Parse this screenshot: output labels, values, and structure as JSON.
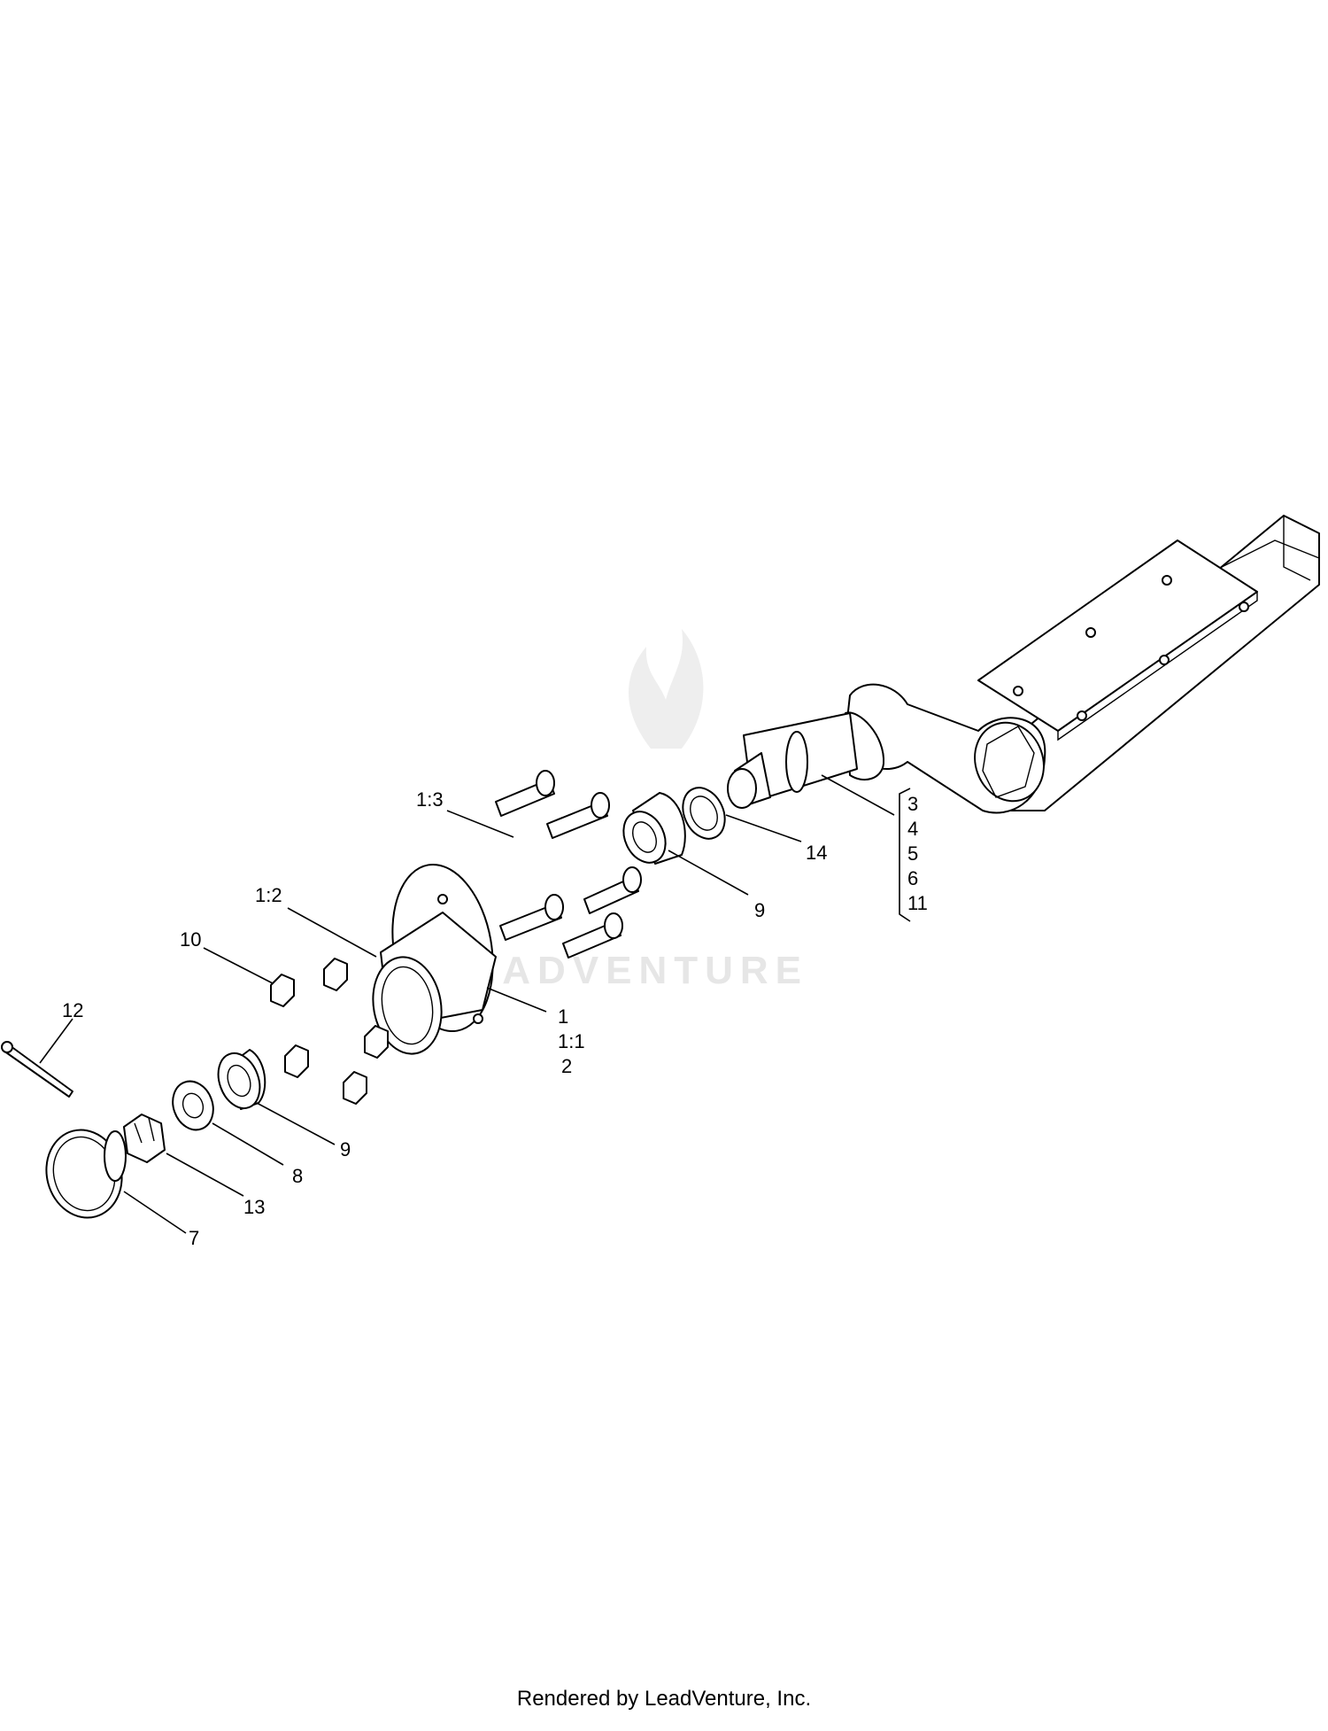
{
  "watermark": {
    "text": "LEADVENTURE"
  },
  "callouts": {
    "c_1_3": "1:3",
    "c_1_2": "1:2",
    "c_10": "10",
    "c_12": "12",
    "c_14": "14",
    "c_9_upper": "9",
    "c_9_lower": "9",
    "c_1": "1",
    "c_1_1": "1:1",
    "c_2": "2",
    "c_8": "8",
    "c_13": "13",
    "c_7": "7",
    "bracket_group": [
      "3",
      "4",
      "5",
      "6",
      "11"
    ]
  },
  "footer": {
    "text": "Rendered by LeadVenture, Inc."
  }
}
